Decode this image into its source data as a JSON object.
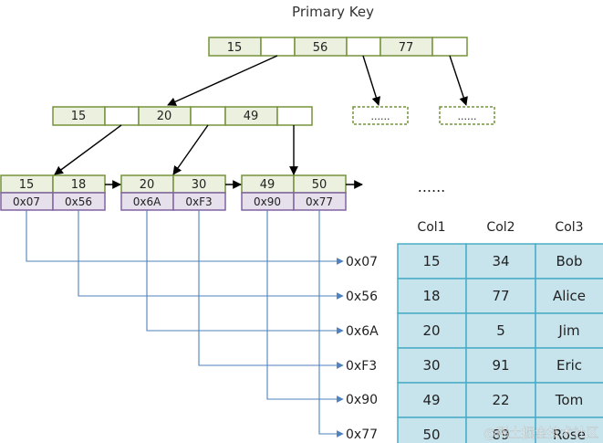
{
  "title": "Primary Key",
  "root_keys": [
    "15",
    "56",
    "77"
  ],
  "level2_keys": [
    "15",
    "20",
    "49"
  ],
  "ellipsis_nodes": [
    "......",
    "......"
  ],
  "leaves": [
    {
      "keys": [
        "15",
        "18"
      ],
      "addrs": [
        "0x07",
        "0x56"
      ]
    },
    {
      "keys": [
        "20",
        "30"
      ],
      "addrs": [
        "0x6A",
        "0xF3"
      ]
    },
    {
      "keys": [
        "49",
        "50"
      ],
      "addrs": [
        "0x90",
        "0x77"
      ]
    }
  ],
  "more_text": "......",
  "pointer_labels": [
    "0x07",
    "0x56",
    "0x6A",
    "0xF3",
    "0x90",
    "0x77"
  ],
  "table": {
    "headers": [
      "Col1",
      "Col2",
      "Col3"
    ],
    "rows": [
      [
        "15",
        "34",
        "Bob"
      ],
      [
        "18",
        "77",
        "Alice"
      ],
      [
        "20",
        "5",
        "Jim"
      ],
      [
        "30",
        "91",
        "Eric"
      ],
      [
        "49",
        "22",
        "Tom"
      ],
      [
        "50",
        "89",
        "Rose"
      ]
    ]
  },
  "watermark": "@稀土掘金技术社区",
  "colors": {
    "key_fill": "#ebf1de",
    "key_stroke": "#77933c",
    "addr_fill": "#e6e0ec",
    "addr_stroke": "#8064a2",
    "table_fill": "#c7e3ec",
    "table_stroke": "#4bacc6",
    "pointer_line": "#4f81bd",
    "arrow": "#000000"
  }
}
